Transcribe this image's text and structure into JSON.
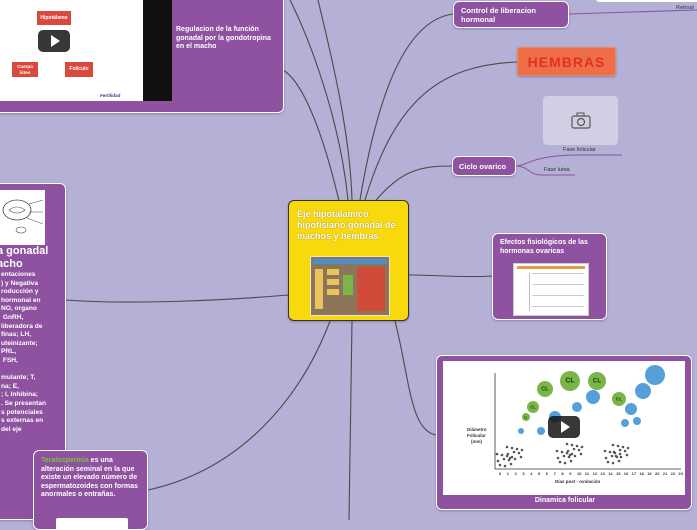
{
  "central": {
    "title": "Eje hipotalamico hipofisiario gonadal de machos y hembras"
  },
  "nodes": {
    "regulacion": "Regulacion de la función gonadal por la gondotropina en el macho",
    "control": "Control de liberacion hormonal",
    "hembras": "HEMBRAS",
    "ciclo": "Ciclo ovarico",
    "efectos": "Efectos fisiológicos de las hormonas ovaricas",
    "dinamica": "Dinamica folicular",
    "gonadal_title_1": "a gonadal",
    "gonadal_title_2": "acho",
    "gonadal_body": "entaciones\n) y Negativa\nroducción y\nhormonal en\nNO, organo\n GnRH,\nliberadora de\nfinas; LH,\nuteinizante;\nPRL,\n FSH,\n\nmulante; T,\nna; E,\n; I, Inhibina;\n. Se presentan\ns potenciales\ns externas en\ndel eje",
    "terato_highlight": "Teratospermia",
    "terato_body": " es una alteración seminal en la que existe un elevado número de espermatozoides con formas anormales o entrañas."
  },
  "subtopics": {
    "fase_folicular": "Fase folicular",
    "fase_lutea": "Fase lutea",
    "retroal": "Retroal"
  },
  "diagram_top_left": {
    "hipotalamo": "Hipotálamo",
    "cuerpo_luteo": "Cuerpo lúteo",
    "foliculo": "Folículo",
    "brand": "Fertilidad"
  },
  "chart_inset": {
    "ylabel": "Diámetro Folicular (mm)",
    "xlabel": "Días post - ovulación",
    "ticks": [
      "0",
      "1",
      "2",
      "3",
      "4",
      "5",
      "6",
      "7",
      "8",
      "9",
      "10",
      "11",
      "12",
      "13",
      "14",
      "15",
      "16",
      "17",
      "18",
      "19",
      "20",
      "21",
      "22",
      "23"
    ],
    "labels": [
      "CL",
      "CL",
      "CL",
      "CL",
      "CL",
      "CL"
    ]
  },
  "colors": {
    "background": "#b4b0d6",
    "node": "#8e52a0",
    "central": "#f8d90c",
    "hembras": "#ee6f47",
    "highlight": "#7ec23e"
  }
}
